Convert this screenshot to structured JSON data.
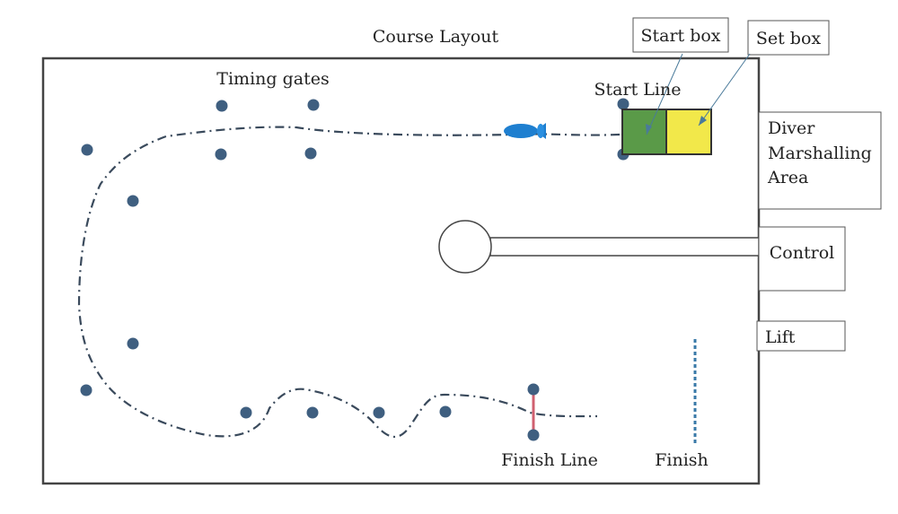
{
  "title": "Course Layout",
  "labels": {
    "timing_gates": "Timing gates",
    "start_line": "Start Line",
    "finish_line": "Finish Line",
    "finish": "Finish"
  },
  "callouts": {
    "start_box": "Start box",
    "set_box": "Set box"
  },
  "side_boxes": {
    "diver_marshalling": [
      "Diver",
      "Marshalling",
      "Area"
    ],
    "control": "Control",
    "lift": "Lift"
  },
  "colors": {
    "pool_border": "#444444",
    "gate_marker": "#3f5f80",
    "course_path": "#3a4a5c",
    "start_box_fill": "#5a9a48",
    "set_box_fill": "#f2e84a",
    "diver_fill": "#1e7fd0",
    "finish_line": "#d06070",
    "finish_marker": "#3a7aa8"
  },
  "icons": {
    "diver": "diver-icon",
    "control_platform": "control-platform-icon"
  }
}
